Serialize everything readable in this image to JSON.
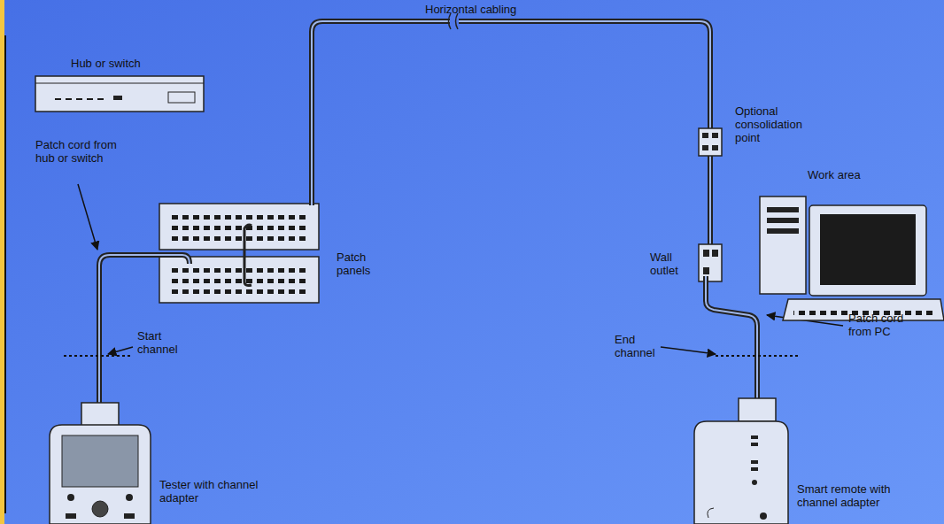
{
  "diagram": {
    "labels": [
      "Horizontal cabling",
      "Hub or switch",
      "Patch cord from hub or switch",
      "Optional consolidation point",
      "Work area",
      "Patch panels",
      "Wall outlet",
      "Start channel",
      "End channel",
      "Patch cord from PC",
      "Tester with channel adapter",
      "Smart remote with channel adapter"
    ]
  }
}
